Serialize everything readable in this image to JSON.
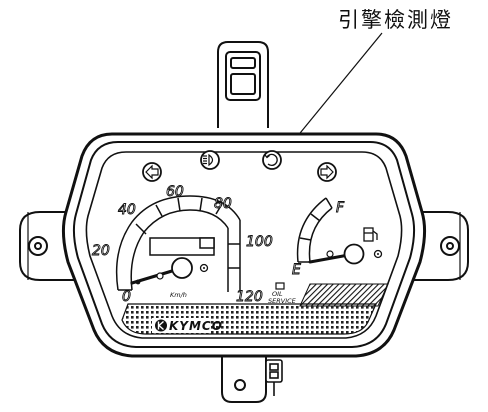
{
  "callout": {
    "label": "引擎檢測燈"
  },
  "speedometer": {
    "scale_labels": [
      "0",
      "20",
      "40",
      "60",
      "80",
      "100",
      "120"
    ],
    "unit": "Km/h"
  },
  "fuel_gauge": {
    "full_label": "F",
    "empty_label": "E"
  },
  "indicators": {
    "oil_service_line1": "OIL",
    "oil_service_line2": "SERVICE"
  },
  "brand": {
    "name": "KYMCO"
  },
  "icons": [
    "turn-left-icon",
    "high-beam-icon",
    "engine-check-icon",
    "turn-right-icon",
    "fuel-pump-icon"
  ]
}
